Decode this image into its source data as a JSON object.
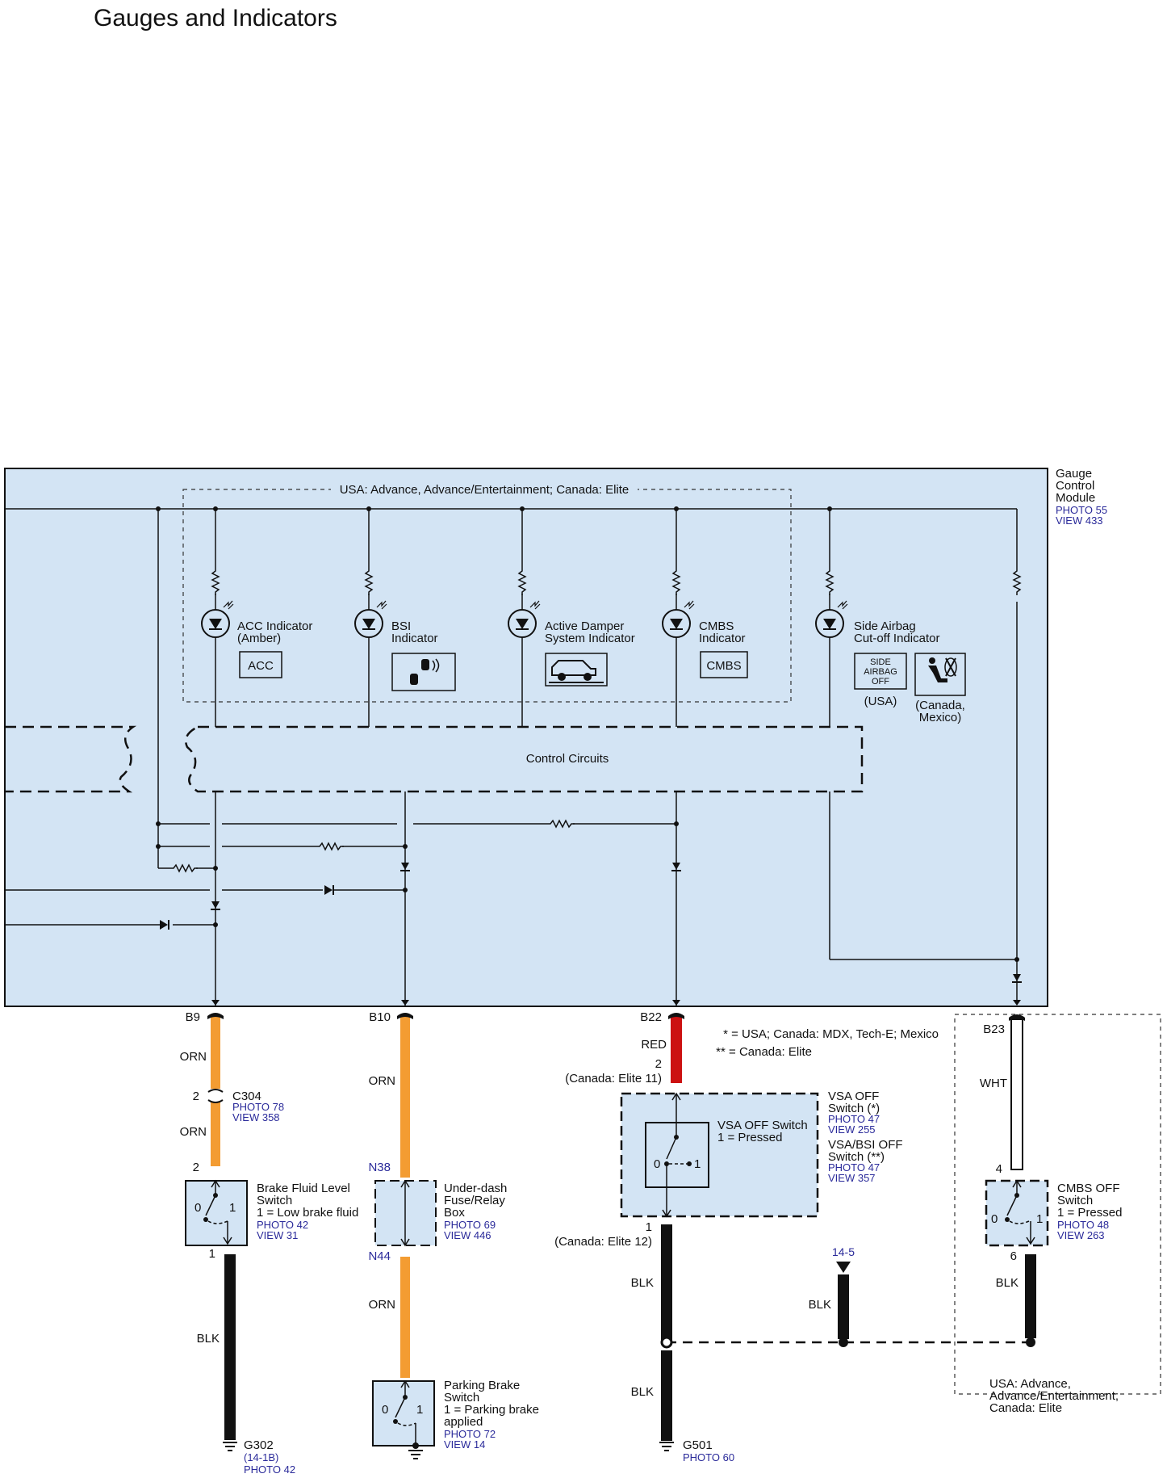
{
  "page_title": "Gauges and Indicators",
  "colors": {
    "module_bg": "#d3e4f4",
    "orn": "#f39c32",
    "red": "#cc1111",
    "blk": "#111111",
    "ref": "#2a2a9a"
  },
  "module": {
    "name": [
      "Gauge",
      "Control",
      "Module"
    ],
    "photo": "PHOTO 55",
    "view": "VIEW 433"
  },
  "option_note": "USA: Advance, Advance/Entertainment; Canada: Elite",
  "control_circuits": "Control Circuits",
  "indicators": [
    {
      "label": [
        "ACC Indicator",
        "(Amber)"
      ],
      "box": "ACC"
    },
    {
      "label": [
        "BSI",
        "Indicator"
      ],
      "icon": "bsi-icon"
    },
    {
      "label": [
        "Active Damper",
        "System Indicator"
      ],
      "icon": "damper-car-icon"
    },
    {
      "label": [
        "CMBS",
        "Indicator"
      ],
      "box": "CMBS"
    },
    {
      "label": [
        "Side Airbag",
        "Cut-off Indicator"
      ],
      "box_lines": [
        "SIDE",
        "AIRBAG",
        "OFF"
      ],
      "usa": "(USA)",
      "canada": [
        "(Canada,",
        "Mexico)"
      ],
      "icon": "seat-airbag-off-icon"
    }
  ],
  "terminals": {
    "b9": "B9",
    "b10": "B10",
    "b22": "B22",
    "b23": "B23"
  },
  "wires": {
    "orn": "ORN",
    "red": "RED",
    "blk": "BLK",
    "wht": "WHT"
  },
  "legend": {
    "star": "* =  USA; Canada: MDX, Tech-E; Mexico",
    "dstar": "** =  Canada: Elite"
  },
  "c304": {
    "pin": "2",
    "name": "C304",
    "photo": "PHOTO 78",
    "view": "VIEW 358"
  },
  "brake_fluid": {
    "pin_top": "2",
    "pin_bottom": "1",
    "name": [
      "Brake Fluid Level",
      "Switch",
      "1 = Low brake fluid"
    ],
    "photo": "PHOTO 42",
    "view": "VIEW 31",
    "sw0": "0",
    "sw1": "1"
  },
  "g302": {
    "name": "G302",
    "sub": "(14-1B)",
    "photo": "PHOTO 42"
  },
  "fuse_box": {
    "top": "N38",
    "bottom": "N44",
    "name": [
      "Under-dash",
      "Fuse/Relay",
      "Box"
    ],
    "photo": "PHOTO 69",
    "view": "VIEW 446"
  },
  "parking_brake": {
    "name": [
      "Parking Brake",
      "Switch",
      "1 = Parking brake",
      "applied"
    ],
    "photo": "PHOTO 72",
    "view": "VIEW 14",
    "sw0": "0",
    "sw1": "1"
  },
  "vsa": {
    "pin_top": "2",
    "pin_top_note": "(Canada: Elite 11)",
    "pin_bottom": "1",
    "pin_bottom_note": "(Canada: Elite 12)",
    "inner": [
      "VSA OFF Switch",
      "1 = Pressed"
    ],
    "sw0": "0",
    "sw1": "1",
    "name1": [
      "VSA OFF",
      "Switch (*)"
    ],
    "photo1": "PHOTO 47",
    "view1": "VIEW 255",
    "name2": [
      "VSA/BSI OFF",
      "Switch (**)"
    ],
    "photo2": "PHOTO 47",
    "view2": "VIEW 357"
  },
  "g501": {
    "name": "G501",
    "photo": "PHOTO 60"
  },
  "ref_14_5": "14-5",
  "cmbs_off": {
    "pin_top": "4",
    "pin_bottom": "6",
    "name": [
      "CMBS OFF",
      "Switch",
      "1 = Pressed"
    ],
    "photo": "PHOTO 48",
    "view": "VIEW 263",
    "sw0": "0",
    "sw1": "1",
    "note": [
      "USA: Advance,",
      "Advance/Entertainment;",
      "Canada: Elite"
    ]
  }
}
